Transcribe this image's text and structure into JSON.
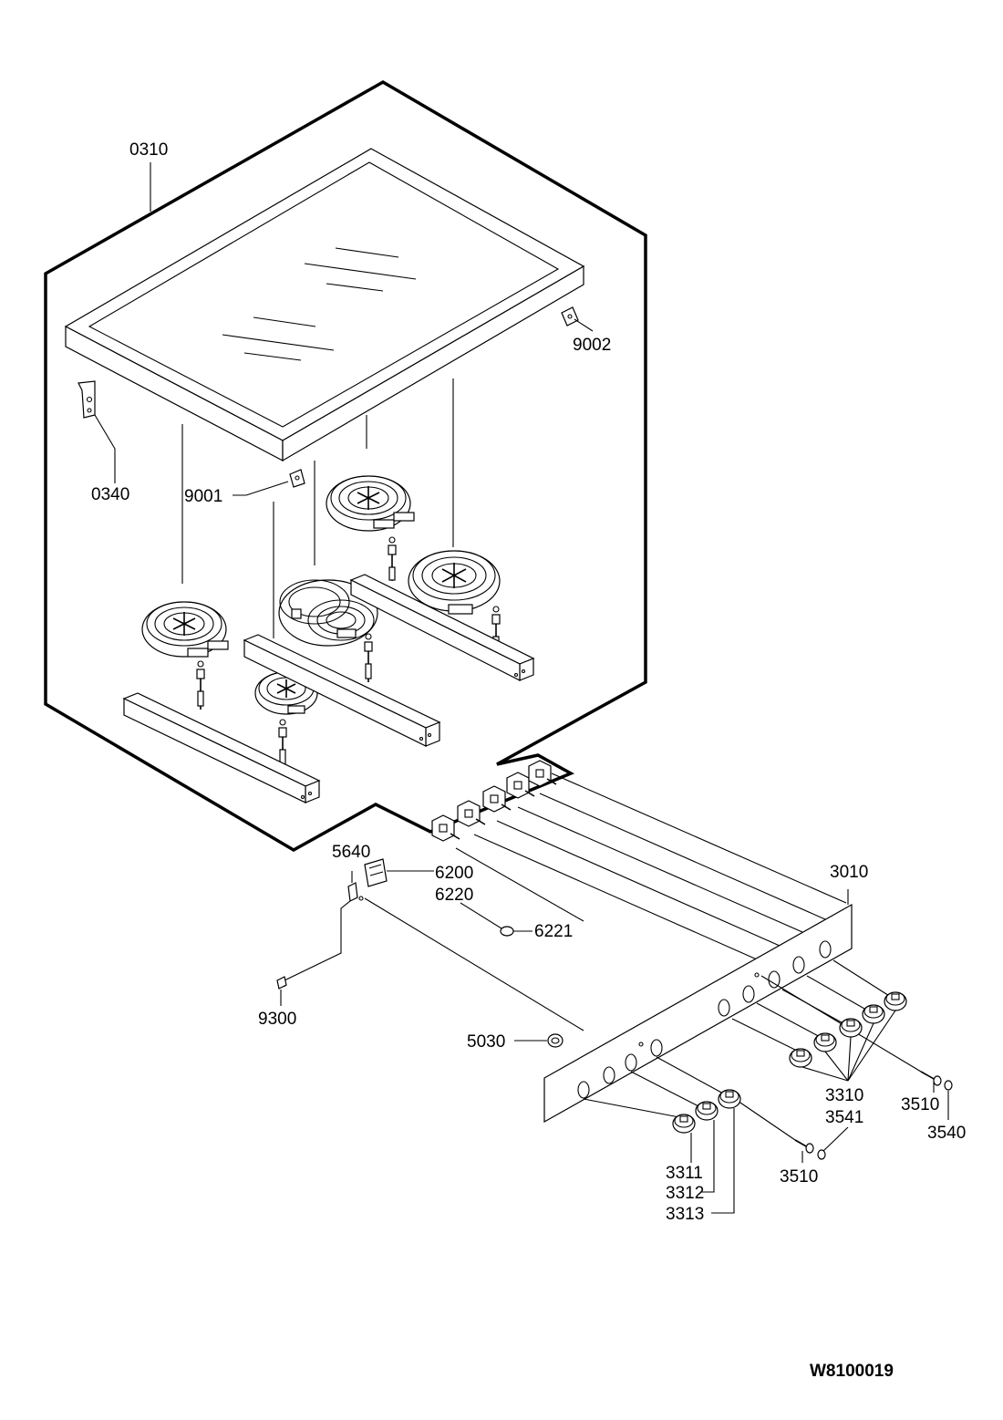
{
  "callouts": {
    "c0310": "0310",
    "c9002": "9002",
    "c0340": "0340",
    "c9001": "9001",
    "c5640": "5640",
    "c6200": "6200",
    "c6220": "6220",
    "c6221": "6221",
    "c3010": "3010",
    "c9300": "9300",
    "c5030": "5030",
    "c3310": "3310",
    "c3541": "3541",
    "c3510a": "3510",
    "c3540": "3540",
    "c3510b": "3510",
    "c3311": "3311",
    "c3312": "3312",
    "c3313": "3313"
  },
  "drawing_number": "W8100019"
}
